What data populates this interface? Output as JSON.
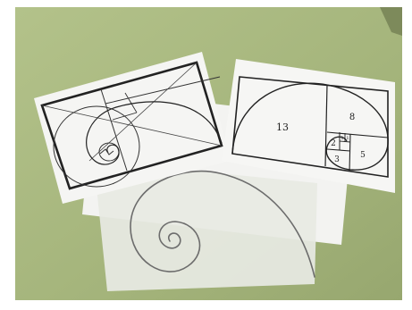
{
  "photo": {
    "colors": {
      "table": "#a7b77e",
      "table_edge": "#8e9a68",
      "paper": "#f4f4f2",
      "paper_shade": "#e2e3de",
      "tracing_paper": "#e8ebe4",
      "ink": "#2a2a2a",
      "pencil": "#6c6c6c"
    },
    "spiral_sheet": {
      "square_labels": [
        "13",
        "8",
        "2",
        "1",
        "1",
        "3",
        "5"
      ]
    },
    "golden_rectangle_sheet": {
      "subject": "golden-rectangle-construction"
    },
    "tracing_sheet": {
      "subject": "hand-drawn-spiral"
    }
  }
}
